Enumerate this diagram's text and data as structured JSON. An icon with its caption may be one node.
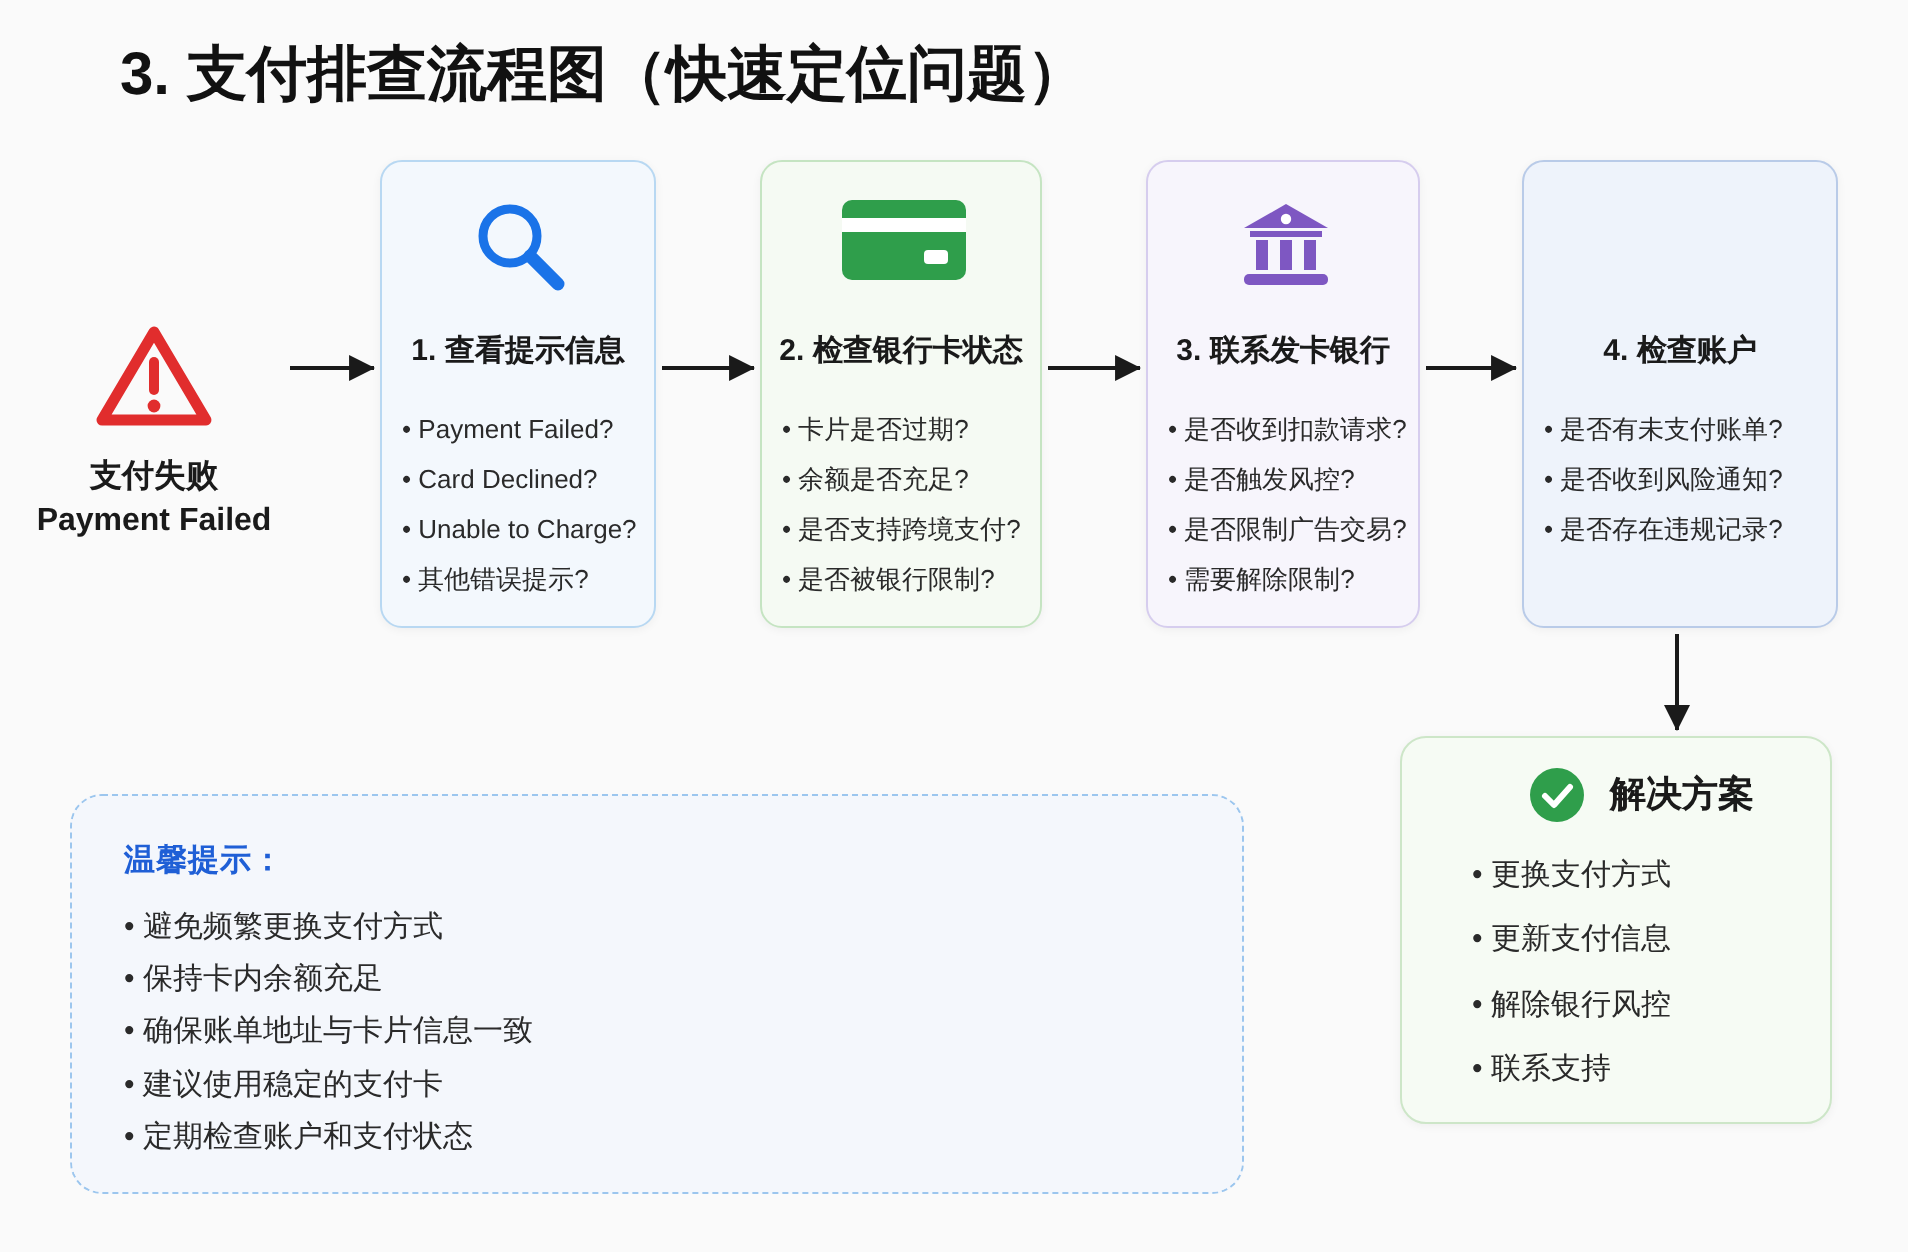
{
  "diagram": {
    "title": "3. 支付排查流程图（快速定位问题）",
    "nodes": [
      {
        "text": [
          "支付失败",
          "Payment Failed"
        ]
      },
      {
        "text": [
          "1. 查看提示信息",
          "• Payment Failed?",
          "• Card Declined?",
          "• Unable to Charge?",
          "• 其他错误提示?"
        ]
      },
      {
        "text": [
          "2. 检查银行卡状态",
          "• 卡片是否过期?",
          "• 余额是否充足?",
          "• 是否支持跨境支付?",
          "• 是否被银行限制?"
        ]
      },
      {
        "text": [
          "3. 联系发卡银行",
          "• 是否收到扣款请求?",
          "• 是否触发风控?",
          "• 是否限制广告交易?",
          "• 需要解除限制?"
        ]
      },
      {
        "text": [
          "4. 检查账户",
          "• 是否有未支付账单?",
          "• 是否收到风险通知?",
          "• 是否存在违规记录?"
        ]
      },
      {
        "text": [
          "解决方案",
          "• 更换支付方式",
          "• 更新支付信息",
          "• 解除银行风控",
          "• 联系支持"
        ]
      },
      {
        "text": [
          "温馨提示：",
          "• 避免频繁更换支付方式",
          "• 保持卡内余额充足",
          "• 确保账单地址与卡片信息一致",
          "• 建议使用稳定的支付卡",
          "• 定期检查账户和支付状态"
        ]
      }
    ],
    "edges": [
      {
        "from": 0,
        "to": 1,
        "arrow": "to"
      },
      {
        "from": 1,
        "to": 2,
        "arrow": "to"
      },
      {
        "from": 2,
        "to": 3,
        "arrow": "to"
      },
      {
        "from": 3,
        "to": 4,
        "arrow": "to"
      },
      {
        "from": 4,
        "to": 5,
        "arrow": "to"
      }
    ]
  }
}
